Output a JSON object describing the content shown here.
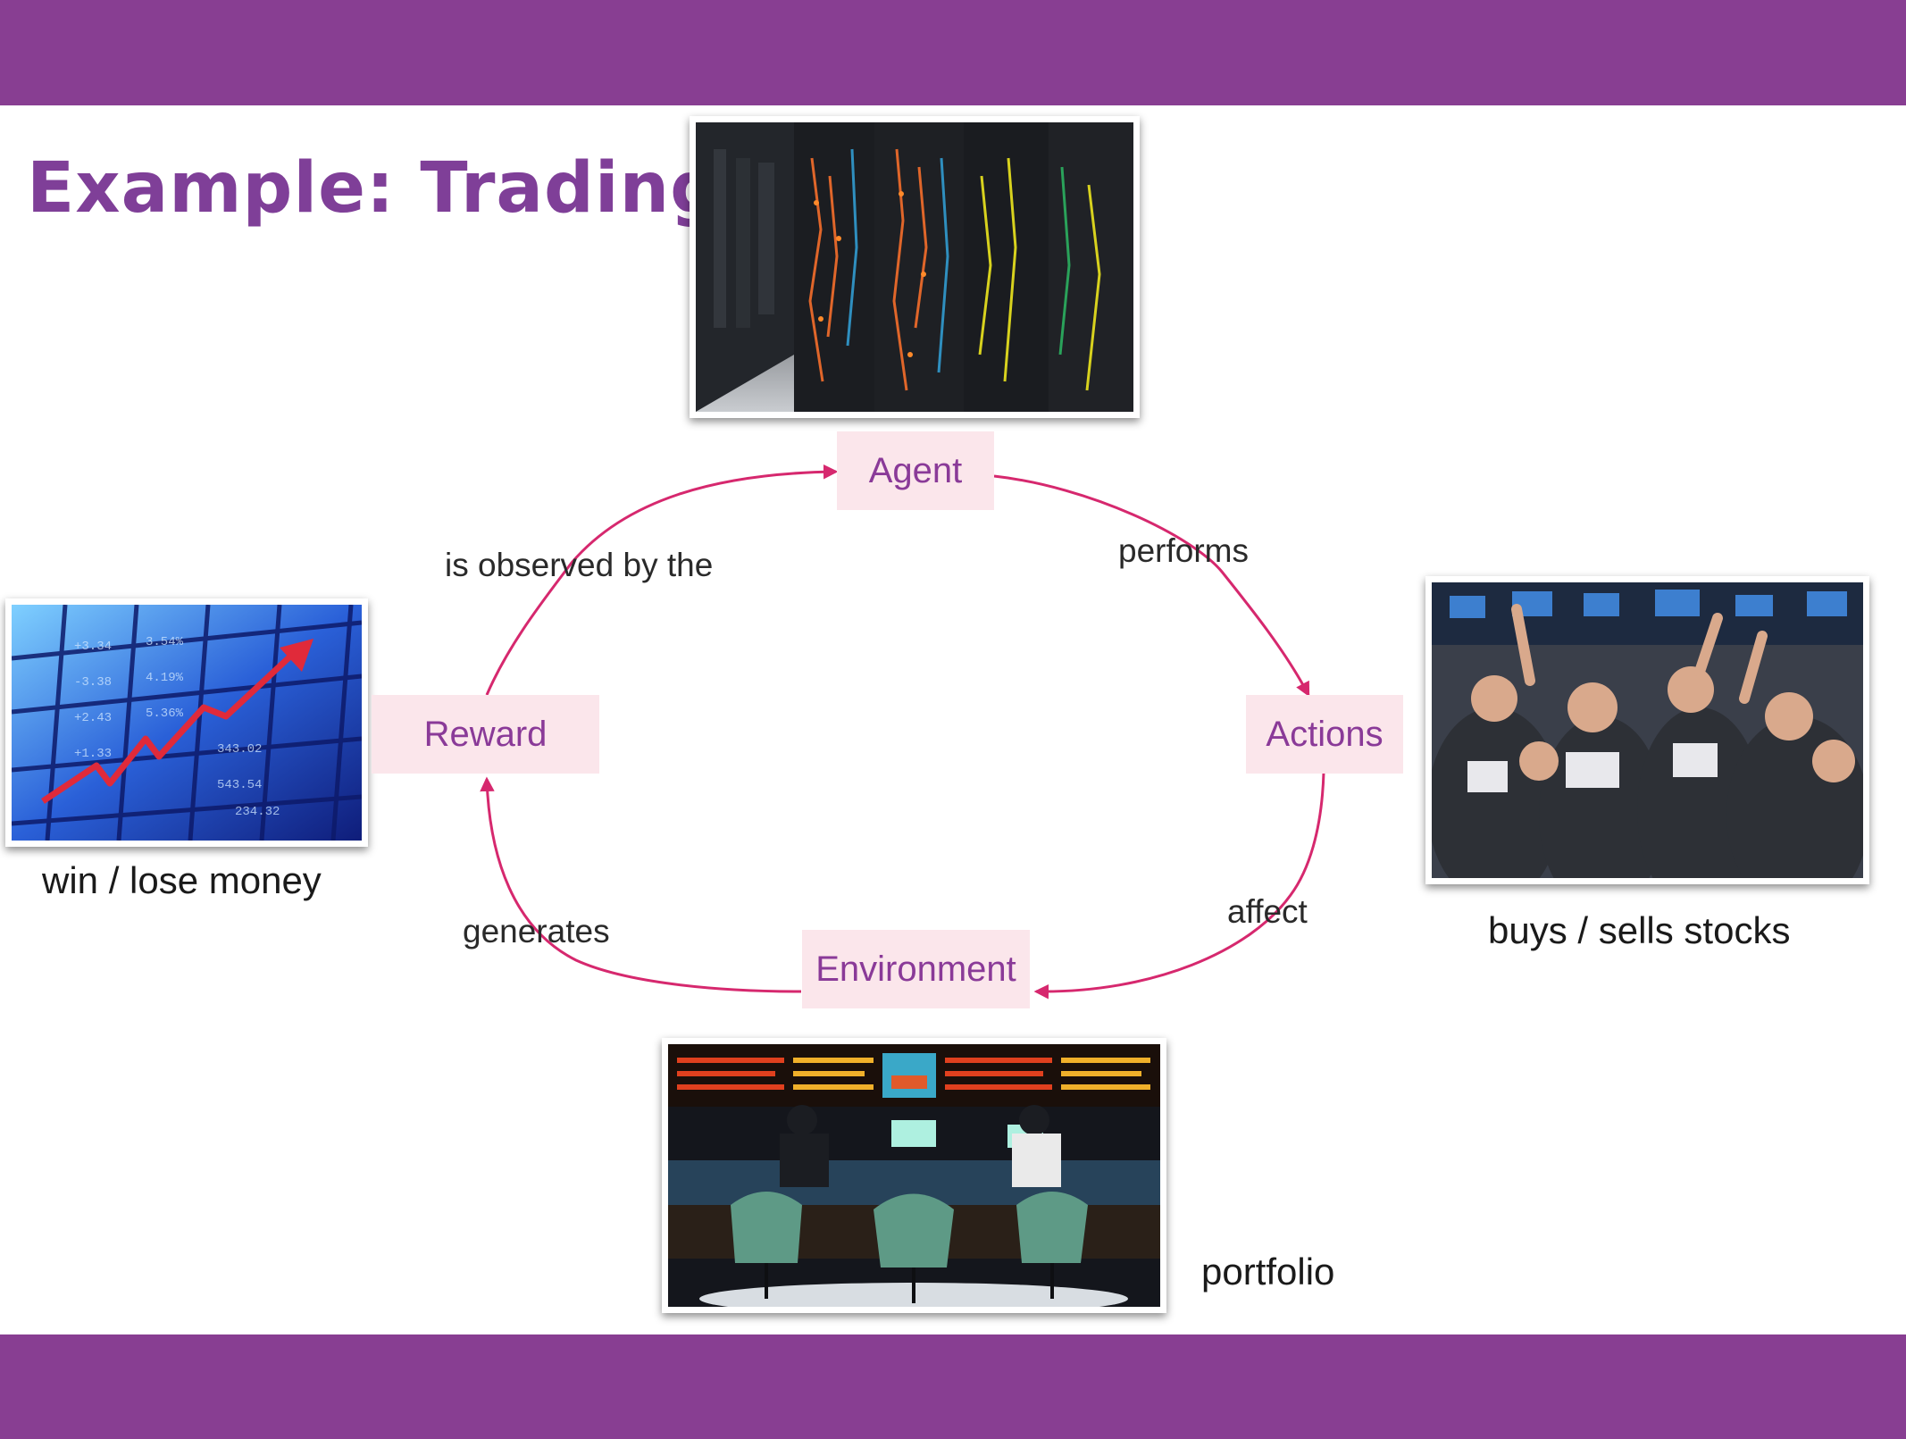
{
  "slide": {
    "title": "Example: Trading",
    "band_color": "#883e92",
    "title_color": "#7f3f98",
    "accent_color": "#d6286e",
    "node_fill": "#fbe6eb"
  },
  "nodes": {
    "agent": "Agent",
    "actions": "Actions",
    "environment": "Environment",
    "reward": "Reward"
  },
  "edges": {
    "performs": "performs",
    "affect": "affect",
    "generates": "generates",
    "observed": "is observed by the"
  },
  "captions": {
    "reward": "win / lose money",
    "actions": "buys / sells stocks",
    "environment": "portfolio"
  },
  "images": {
    "agent": "server-racks-photo",
    "actions": "trading-floor-photo",
    "environment": "stock-exchange-photo",
    "reward": "rising-stock-chart-photo"
  }
}
